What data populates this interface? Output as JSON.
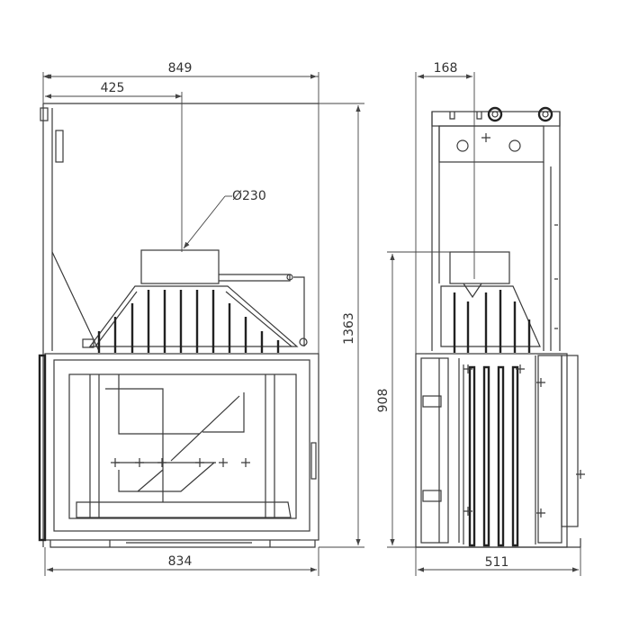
{
  "front_view": {
    "overall_width": "849",
    "center_offset": "425",
    "flue_diameter": "Ø230",
    "overall_height": "1363",
    "base_width": "834"
  },
  "side_view": {
    "top_offset": "168",
    "body_height": "908",
    "depth": "511"
  }
}
